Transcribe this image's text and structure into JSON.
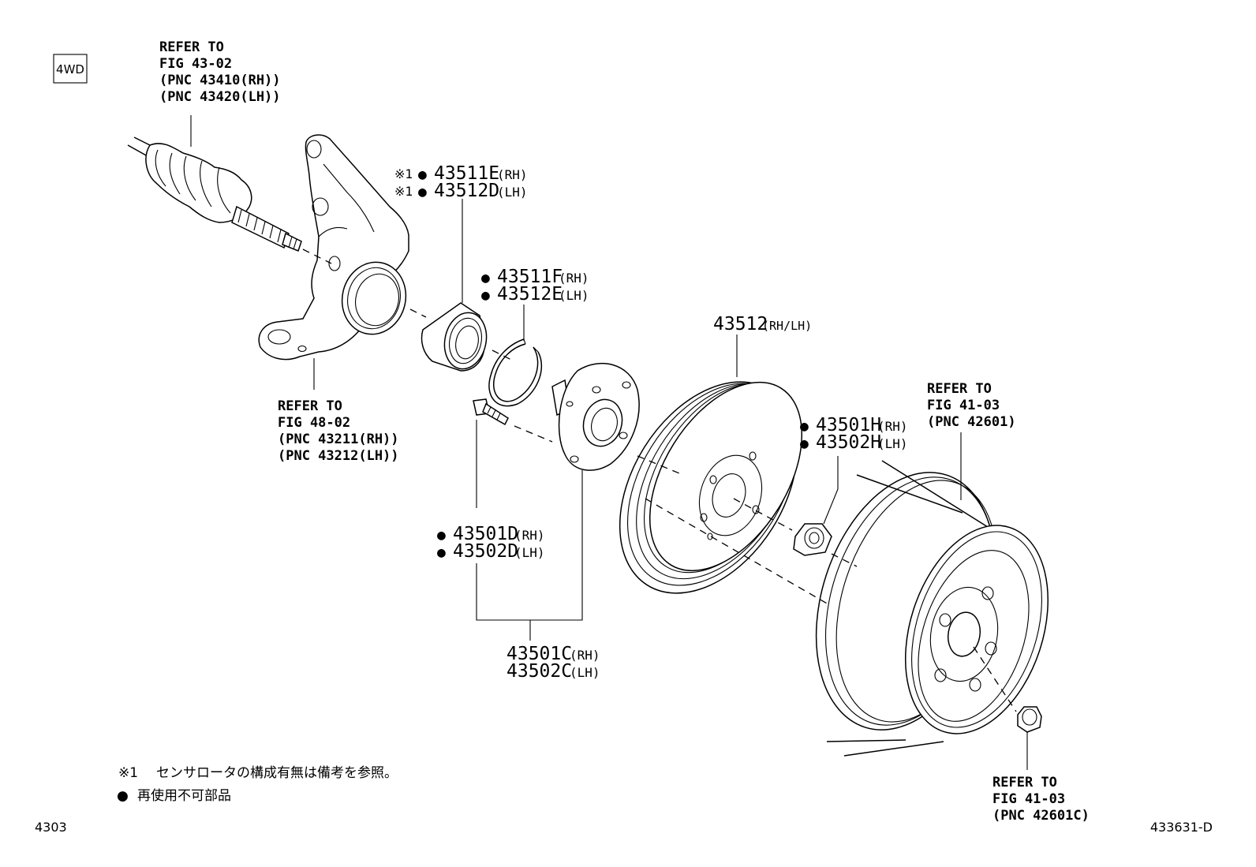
{
  "badge": "4WD",
  "refs": {
    "drive_shaft": [
      "REFER TO",
      "FIG 43-02",
      "(PNC 43410(RH))",
      "(PNC 43420(LH))"
    ],
    "knuckle": [
      "REFER TO",
      "FIG 48-02",
      "(PNC 43211(RH))",
      "(PNC 43212(LH))"
    ],
    "wheel": [
      "REFER TO",
      "FIG 41-03",
      "(PNC 42601)"
    ],
    "wheel_nut": [
      "REFER TO",
      "FIG 41-03",
      "(PNC 42601C)"
    ]
  },
  "parts": {
    "sensor_rotor": [
      {
        "prefix": "※1",
        "dot": "●",
        "number": "43511E",
        "side": "(RH)"
      },
      {
        "prefix": "※1",
        "dot": "●",
        "number": "43512D",
        "side": "(LH)"
      }
    ],
    "snap_ring": [
      {
        "dot": "●",
        "number": "43511F",
        "side": "(RH)"
      },
      {
        "dot": "●",
        "number": "43512E",
        "side": "(LH)"
      }
    ],
    "disc": {
      "number": "43512",
      "side": "(RH/LH)"
    },
    "hub_nut": [
      {
        "dot": "●",
        "number": "43501H",
        "side": "(RH)"
      },
      {
        "dot": "●",
        "number": "43502H",
        "side": "(LH)"
      }
    ],
    "hub_bolt": [
      {
        "dot": "●",
        "number": "43501D",
        "side": "(RH)"
      },
      {
        "dot": "●",
        "number": "43502D",
        "side": "(LH)"
      }
    ],
    "hub_assy": [
      {
        "number": "43501C",
        "side": "(RH)"
      },
      {
        "number": "43502C",
        "side": "(LH)"
      }
    ]
  },
  "notes": [
    {
      "mark": "※1",
      "text": "センサロータの構成有無は備考を参照。"
    },
    {
      "mark": "●",
      "text": "再使用不可部品"
    }
  ],
  "fig_code": "4303",
  "illustration_id": "433631-D"
}
